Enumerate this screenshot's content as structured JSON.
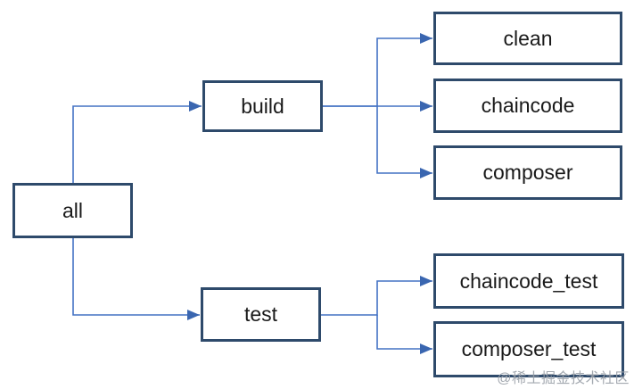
{
  "diagram": {
    "type": "tree-flowchart",
    "direction": "left-to-right",
    "nodes": [
      {
        "id": "all",
        "label": "all"
      },
      {
        "id": "build",
        "label": "build"
      },
      {
        "id": "test",
        "label": "test"
      },
      {
        "id": "clean",
        "label": "clean"
      },
      {
        "id": "chaincode",
        "label": "chaincode"
      },
      {
        "id": "composer",
        "label": "composer"
      },
      {
        "id": "chaincode_test",
        "label": "chaincode_test"
      },
      {
        "id": "composer_test",
        "label": "composer_test"
      }
    ],
    "edges": [
      {
        "from": "all",
        "to": "build"
      },
      {
        "from": "all",
        "to": "test"
      },
      {
        "from": "build",
        "to": "clean"
      },
      {
        "from": "build",
        "to": "chaincode"
      },
      {
        "from": "build",
        "to": "composer"
      },
      {
        "from": "test",
        "to": "chaincode_test"
      },
      {
        "from": "test",
        "to": "composer_test"
      }
    ]
  },
  "colors": {
    "canvas_bg": "#ffffff",
    "box_border": "#2e4a6b",
    "box_fill": "#ffffff",
    "connector": "#4472c4",
    "arrowhead": "#3a66b0",
    "label_text": "#1a1a1a",
    "watermark": "#9aa0a8"
  },
  "watermark": {
    "text": "@稀土掘金技术社区"
  }
}
